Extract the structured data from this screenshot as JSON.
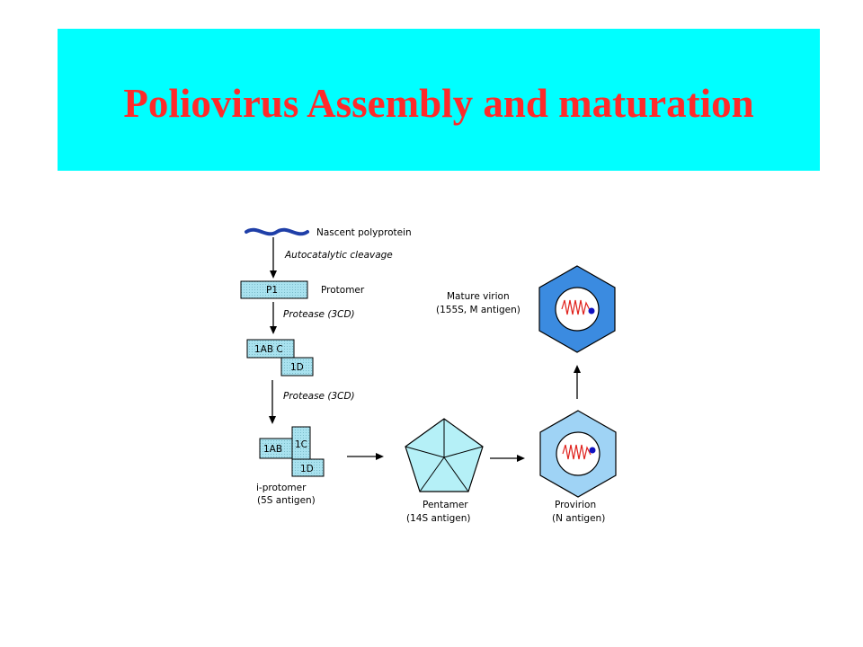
{
  "title": "Poliovirus Assembly and maturation",
  "colors": {
    "banner": "#00ffff",
    "title": "#ff2a2a",
    "protomer_fill": "#a9e2ef",
    "pentamer_fill": "#b5f0f7",
    "provirion_fill": "#9fd3f5",
    "mature_fill": "#3b8be0",
    "rna": "#e0201b",
    "vpg_dot": "#1010c0",
    "polyprotein": "#1f3fa8"
  },
  "labels": {
    "nascent": "Nascent polyprotein",
    "autocatalytic": "Autocatalytic cleavage",
    "p1": "P1",
    "protomer": "Protomer",
    "protease_1": "Protease (3CD)",
    "protease_2": "Protease (3CD)",
    "box_1abc": "1AB C",
    "box_1d_a": "1D",
    "box_1ab": "1AB",
    "box_1c": "1C",
    "box_1d_b": "1D",
    "i_protomer_1": "i-protomer",
    "i_protomer_2": "(5S antigen)",
    "pentamer_1": "Pentamer",
    "pentamer_2": "(14S antigen)",
    "provirion_1": "Provirion",
    "provirion_2": "(N antigen)",
    "mature_1": "Mature virion",
    "mature_2": "(155S, M antigen)"
  }
}
